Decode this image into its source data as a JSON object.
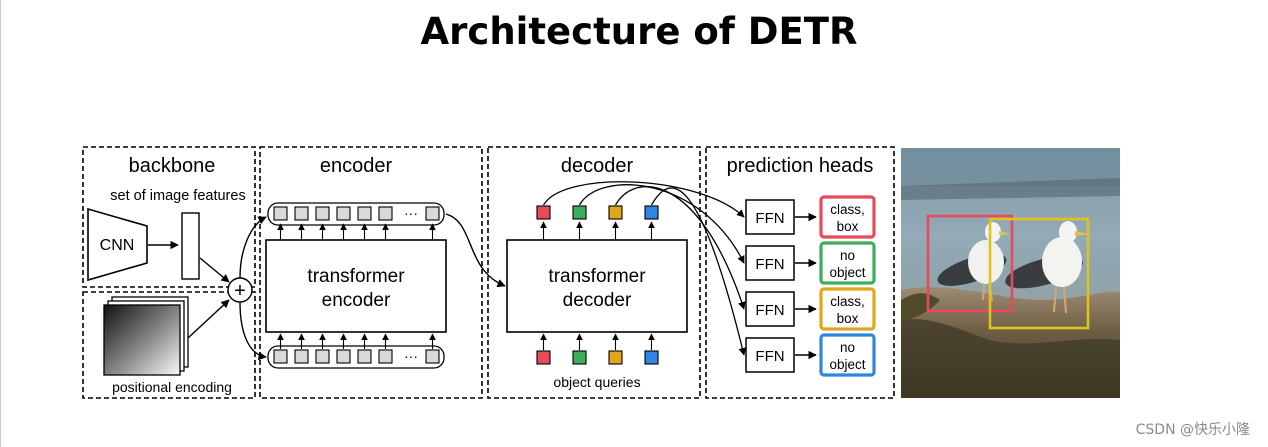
{
  "title": "Architecture of DETR",
  "sections": {
    "backbone": "backbone",
    "encoder": "encoder",
    "decoder": "decoder",
    "prediction_heads": "prediction heads"
  },
  "backbone": {
    "image_features_label": "set of image features",
    "cnn_label": "CNN",
    "positional_encoding_label": "positional encoding",
    "add_symbol": "+"
  },
  "encoder": {
    "block_line1": "transformer",
    "block_line2": "encoder",
    "ellipsis": "···"
  },
  "decoder": {
    "block_line1": "transformer",
    "block_line2": "decoder",
    "object_queries_label": "object queries",
    "query_colors": [
      "#e8495b",
      "#3dae5c",
      "#e0a61c",
      "#2f86e0"
    ]
  },
  "heads": {
    "ffn_labels": [
      "FFN",
      "FFN",
      "FFN",
      "FFN"
    ],
    "outputs": [
      {
        "line1": "class,",
        "line2": "box",
        "color": "#e8495b"
      },
      {
        "line1": "no",
        "line2": "object",
        "color": "#3dae5c"
      },
      {
        "line1": "class,",
        "line2": "box",
        "color": "#e0a61c"
      },
      {
        "line1": "no",
        "line2": "object",
        "color": "#2f86e0"
      }
    ]
  },
  "result_image": {
    "box_colors": [
      "#e8495b",
      "#e0c21c"
    ]
  },
  "watermark": "CSDN @快乐小隆"
}
